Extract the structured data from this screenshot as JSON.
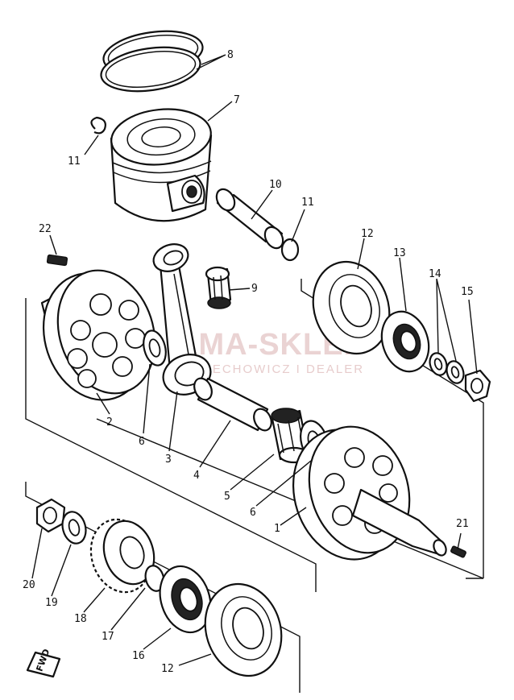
{
  "watermark": {
    "main": "AMA-SKLEP",
    "sub": "SOBIECHOWICZ I DEALER"
  },
  "fwd_badge": "FWD",
  "callouts": {
    "c1": "1",
    "c2": "2",
    "c3": "3",
    "c4": "4",
    "c5": "5",
    "c6a": "6",
    "c6b": "6",
    "c7": "7",
    "c8": "8",
    "c9": "9",
    "c10": "10",
    "c11a": "11",
    "c11b": "11",
    "c12a": "12",
    "c12b": "12",
    "c13": "13",
    "c14": "14",
    "c15": "15",
    "c16": "16",
    "c17": "17",
    "c18": "18",
    "c19": "19",
    "c20": "20",
    "c21": "21",
    "c22": "22"
  },
  "colors": {
    "line": "#111111",
    "watermark": "#e3c4c4",
    "background": "#ffffff"
  }
}
